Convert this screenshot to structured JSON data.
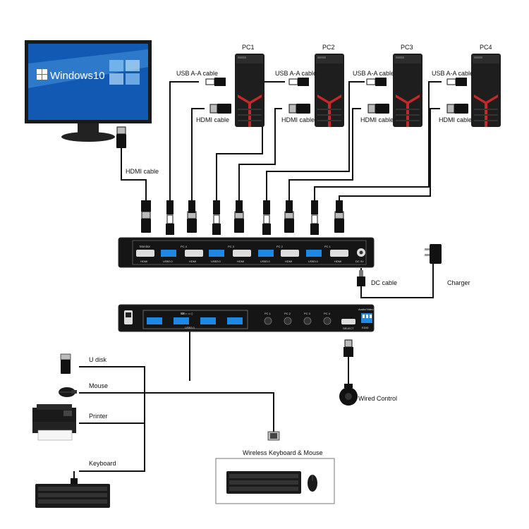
{
  "monitor": {
    "os_text": "Windows10"
  },
  "pcs": [
    {
      "name": "PC1",
      "usb_label": "USB A-A cable",
      "hdmi_label": "HDMI cable"
    },
    {
      "name": "PC2",
      "usb_label": "USB A-A cable",
      "hdmi_label": "HDMI cable"
    },
    {
      "name": "PC3",
      "usb_label": "USB A-A cable",
      "hdmi_label": "HDMI cable"
    },
    {
      "name": "PC4",
      "usb_label": "USB A-A cable",
      "hdmi_label": "HDMI cable"
    }
  ],
  "monitor_cable_label": "HDMI cable",
  "dc_cable_label": "DC cable",
  "charger_label": "Charger",
  "wired_control_label": "Wired Control",
  "peripherals": {
    "udisk": "U disk",
    "mouse": "Mouse",
    "printer": "Printer",
    "keyboard": "Keyboard",
    "wireless": "Wireless Keyboard & Mouse"
  },
  "back_panel": {
    "monitor": "Monitor",
    "hdmi": "HDMI",
    "usb3": "USB3.0",
    "pc4": "PC 4",
    "pc3": "PC 3",
    "pc2": "PC 2",
    "pc1": "PC 1",
    "dc": "DC 5V"
  },
  "front_panel": {
    "usb3": "USB3.0",
    "pc1": "PC 1",
    "pc2": "PC 2",
    "pc3": "PC 3",
    "pc4": "PC 4",
    "select": "SELECT",
    "audio_video": "Audio/Video",
    "edid": "EDID"
  }
}
